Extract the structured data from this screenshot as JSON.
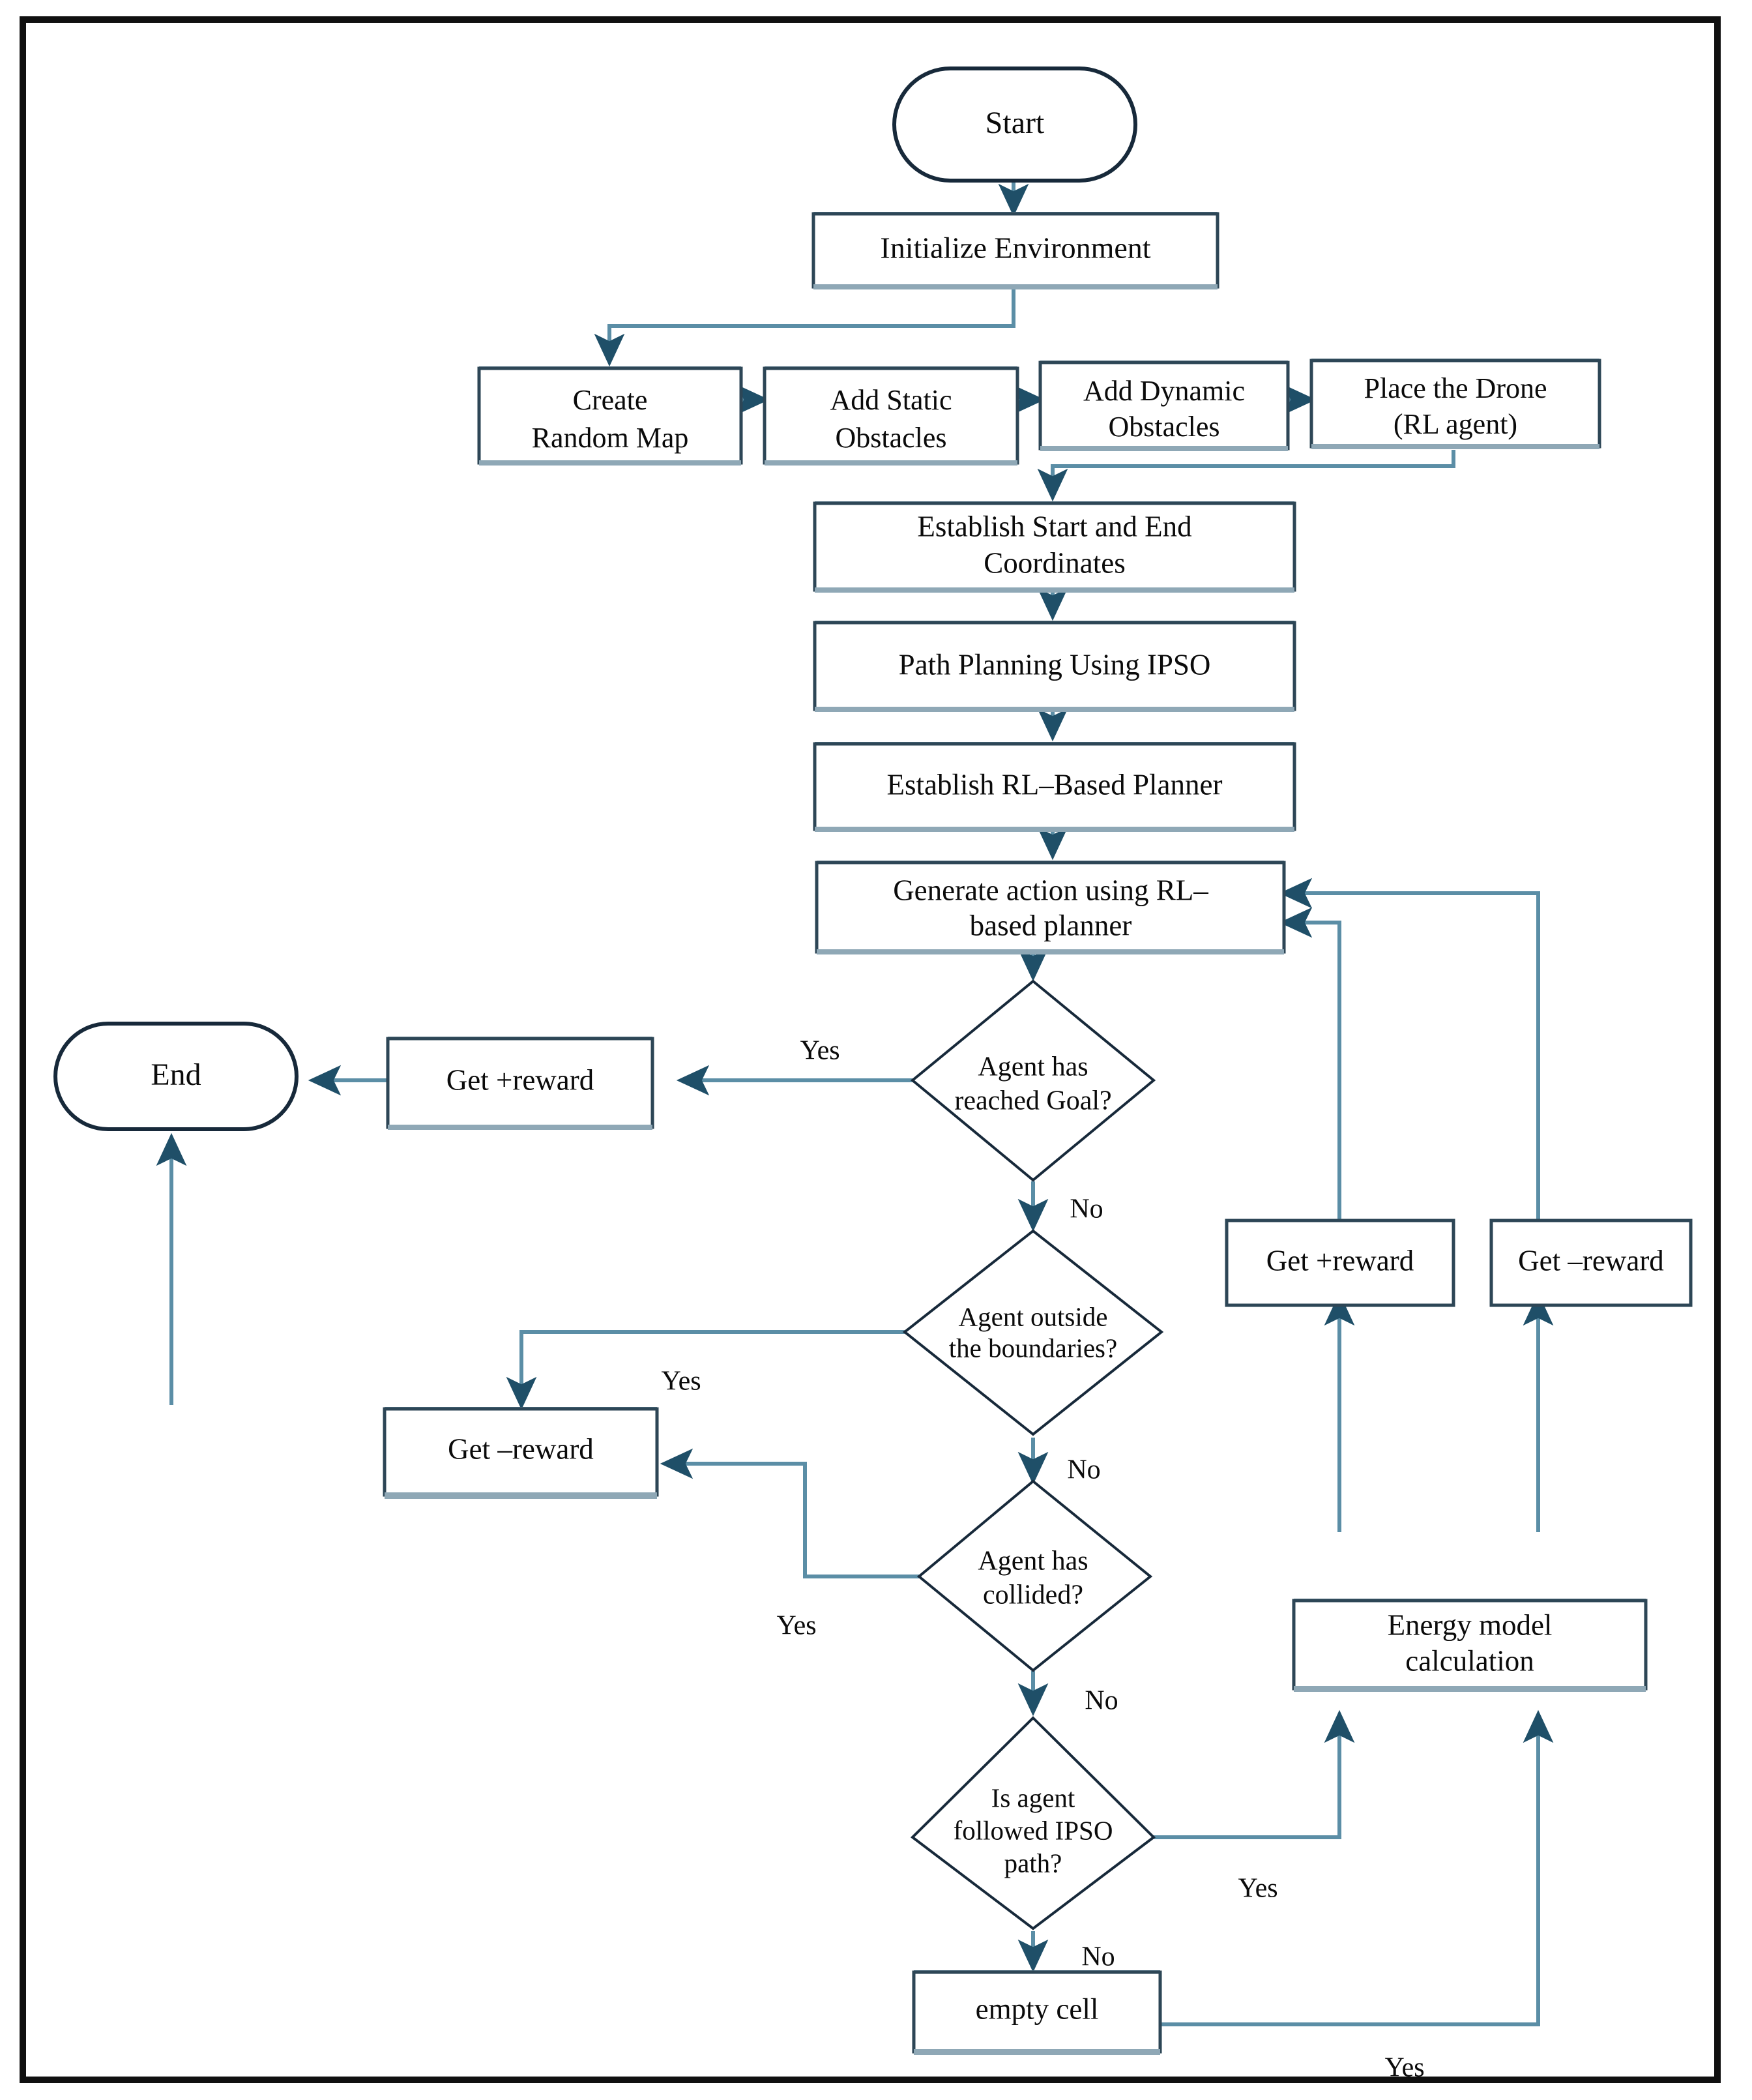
{
  "diagram": {
    "title": "Drone RL path planning flowchart",
    "colors": {
      "frame_border": "#101010",
      "box_border": "#2d4656",
      "diamond_border": "#17293a",
      "connector": "#5b8ea6",
      "arrow_head": "#1f4f68",
      "background": "#ffffff",
      "text": "#0b0b0b"
    },
    "nodes": {
      "start": {
        "label": "Start",
        "shape": "terminator"
      },
      "initialize_environment": {
        "label": "Initialize Environment",
        "shape": "process"
      },
      "create_random_map": {
        "line1": "Create",
        "line2": "Random Map",
        "shape": "process"
      },
      "add_static_obstacles": {
        "line1": "Add Static",
        "line2": "Obstacles",
        "shape": "process"
      },
      "add_dynamic_obstacles": {
        "line1": "Add Dynamic",
        "line2": "Obstacles",
        "shape": "process"
      },
      "place_the_drone": {
        "line1": "Place the Drone",
        "line2": "(RL agent)",
        "shape": "process"
      },
      "establish_coordinates": {
        "line1": "Establish Start and End",
        "line2": "Coordinates",
        "shape": "process"
      },
      "path_planning_ipso": {
        "label": "Path Planning Using IPSO",
        "shape": "process"
      },
      "establish_rl_planner": {
        "label": "Establish RL–Based Planner",
        "shape": "process"
      },
      "generate_action": {
        "line1": "Generate action using RL–",
        "line2": "based planner",
        "shape": "process"
      },
      "decision_goal": {
        "line1": "Agent has",
        "line2": "reached Goal?",
        "shape": "decision"
      },
      "decision_boundaries": {
        "line1": "Agent outside",
        "line2": "the boundaries?",
        "shape": "decision"
      },
      "decision_collided": {
        "line1": "Agent has",
        "line2": "collided?",
        "shape": "decision"
      },
      "decision_ipso_path": {
        "line1": "Is agent",
        "line2": "followed IPSO",
        "line3": "path?",
        "shape": "decision"
      },
      "get_plus_reward_goal": {
        "label": "Get +reward",
        "shape": "process"
      },
      "get_minus_reward_left": {
        "label": "Get –reward",
        "shape": "process"
      },
      "get_plus_reward_right": {
        "label": "Get +reward",
        "shape": "process"
      },
      "get_minus_reward_right": {
        "label": "Get –reward",
        "shape": "process"
      },
      "energy_model": {
        "line1": "Energy model",
        "line2": "calculation",
        "shape": "process"
      },
      "empty_cell": {
        "label": "empty cell",
        "shape": "process"
      },
      "end": {
        "label": "End",
        "shape": "terminator"
      }
    },
    "edge_labels": {
      "goal_yes": "Yes",
      "goal_no": "No",
      "boundaries_yes": "Yes",
      "boundaries_no": "No",
      "collided_yes": "Yes",
      "collided_no": "No",
      "ipso_yes": "Yes",
      "ipso_no": "No",
      "empty_cell_yes": "Yes"
    }
  }
}
